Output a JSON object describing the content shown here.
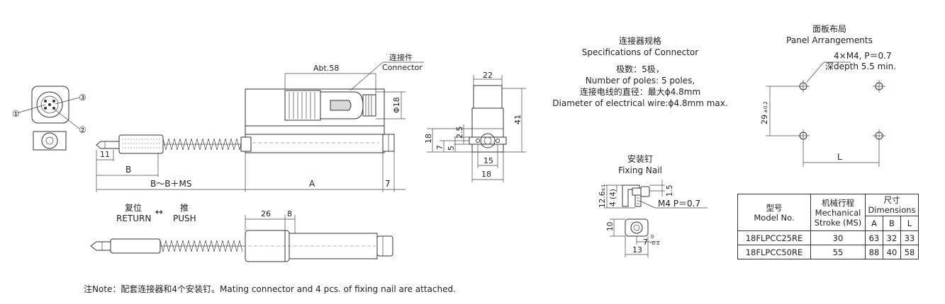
{
  "actuator": {
    "pins": [
      "①",
      "②",
      "③"
    ],
    "dims": {
      "cable_length": "Abt.58",
      "tip": "11",
      "b": "B",
      "b_stroke": "B～B＋MS",
      "a": "A",
      "seven": "7",
      "d26": "26",
      "d8": "8"
    },
    "connector_cn": "连接件",
    "connector_en": "Connector",
    "dia18": "Φ18",
    "return_cn": "复位",
    "return_en": "RETURN",
    "push_cn": "推",
    "push_en": "PUSH",
    "arrow": "↔"
  },
  "side_view": {
    "dims": {
      "w22": "22",
      "h41": "41",
      "h18": "18",
      "h7": "7",
      "h5": "5",
      "h25": "2.5",
      "w15": "15",
      "w18": "18"
    }
  },
  "connector_spec": {
    "title_cn": "连接器规格",
    "title_en": "Specifications of Connector",
    "lines": [
      "极数：5极，",
      "Number of poles: 5 poles,",
      "连接电线的直径：最大ϕ4.8mm",
      "Diameter of electrical wire:ϕ4.8mm max."
    ]
  },
  "fixing_nail": {
    "title_cn": "安装钉",
    "title_en": "Fixing Nail",
    "dims": {
      "h126": "12.6",
      "tol126": "±1",
      "h4": "4 (4)",
      "h15": "1.5",
      "thread": "M4  P＝0.7",
      "h10": "10",
      "w7": "7",
      "tol7_up": "0",
      "tol7_dn": "-0.2",
      "w13": "13"
    }
  },
  "panel": {
    "title_cn": "面板布局",
    "title_en": "Panel Arrangements",
    "thread": "4×M4, P＝0.7",
    "depth": "深depth 5.5 min.",
    "h29": "29",
    "tol29": "±0.2",
    "w_label": "L"
  },
  "table": {
    "headers": {
      "model_cn": "型号",
      "model_en": "Model No.",
      "stroke_cn": "机械行程",
      "stroke_en1": "Mechanical",
      "stroke_en2": "Stroke (MS)",
      "dim_cn": "尺寸",
      "dim_en": "Dimensions",
      "a": "A",
      "b": "B",
      "l": "L"
    },
    "rows": [
      {
        "model": "18FLPCC25RE",
        "stroke": "30",
        "a": "63",
        "b": "32",
        "l": "33"
      },
      {
        "model": "18FLPCC50RE",
        "stroke": "55",
        "a": "88",
        "b": "40",
        "l": "58"
      }
    ]
  },
  "note": "注Note：配套连接器和4个安装钉。Mating connector and 4 pcs. of fixing nail are attached."
}
